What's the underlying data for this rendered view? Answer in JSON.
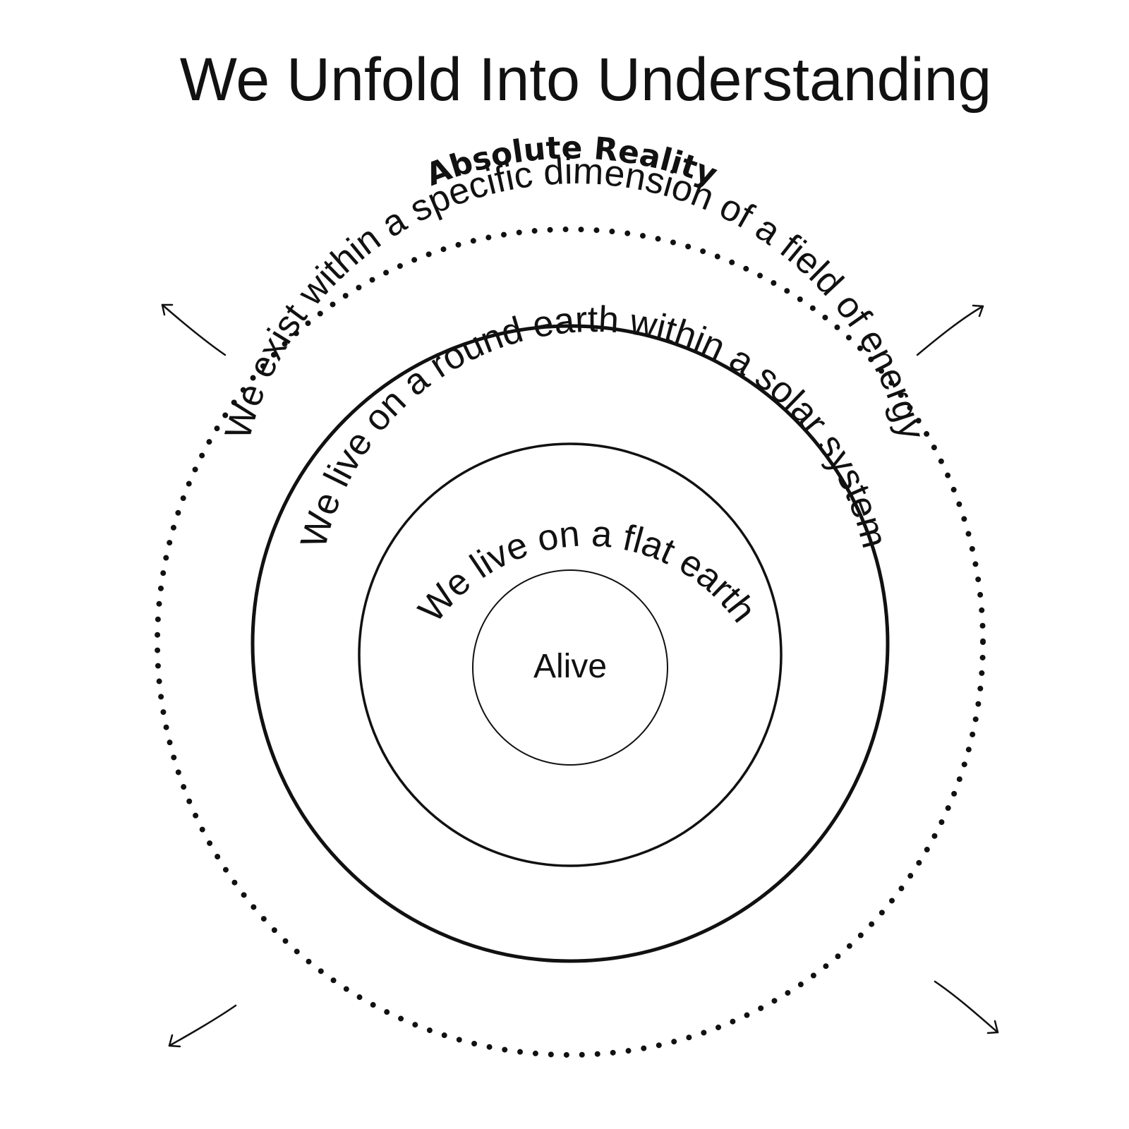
{
  "title": "We Unfold Into Understanding",
  "labels": {
    "absolute_reality": "Absolute Reality",
    "field_of_energy": "We exist within a specific dimension of a field of energy",
    "solar_system": "We live on a round earth within a solar system",
    "flat_earth": "We live on a flat earth",
    "alive": "Alive"
  },
  "colors": {
    "ink": "#111111",
    "background": "#ffffff"
  },
  "icons": [
    "arrow-up-left-icon",
    "arrow-up-right-icon",
    "arrow-down-left-icon",
    "arrow-down-right-icon"
  ]
}
